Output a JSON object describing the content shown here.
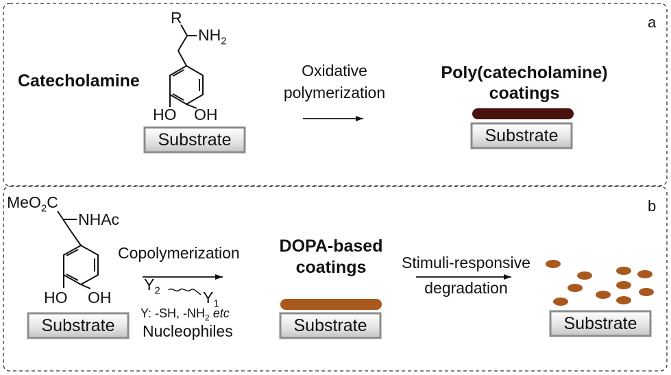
{
  "panel_a": {
    "letter": "a",
    "molecule": {
      "r_label": "R",
      "nh_label": "NH",
      "nh_sub": "2",
      "ho_left": "HO",
      "oh_right": "OH"
    },
    "name": "Catecholamine",
    "substrate_left": "Substrate",
    "arrow_text_line1": "Oxidative",
    "arrow_text_line2": "polymerization",
    "product_line1": "Poly(catecholamine)",
    "product_line2": "coatings",
    "substrate_right": "Substrate",
    "coating_color": "#4a120e"
  },
  "panel_b": {
    "letter": "b",
    "molecule": {
      "meo_label": "MeO",
      "meo_sub": "2",
      "meo_tail": "C",
      "nhac_label": "NHAc",
      "ho_left": "HO",
      "oh_right": "OH"
    },
    "substrate_left": "Substrate",
    "arrow1_text": "Copolymerization",
    "y2_label": "Y",
    "y2_sub": "2",
    "y1_label": "Y",
    "y1_sub": "1",
    "nuc_line_a": "Y: -SH, -NH",
    "nuc_line_sub": "2",
    "nuc_line_etc": "etc",
    "nucleophiles": "Nucleophiles",
    "product_line1": "DOPA-based",
    "product_line2": "coatings",
    "substrate_mid": "Substrate",
    "arrow2_line1": "Stimuli-responsive",
    "arrow2_line2": "degradation",
    "substrate_right": "Substrate",
    "coating_color": "#a9581e"
  },
  "colors": {
    "border": "#333333",
    "substrate_dark": "#8c8c8c",
    "substrate_light": "#eaeaea"
  }
}
